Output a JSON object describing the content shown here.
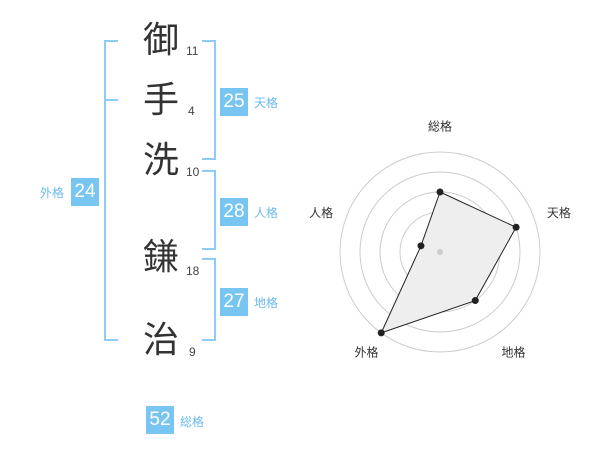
{
  "name": {
    "chars": [
      {
        "char": "御",
        "strokes": "11"
      },
      {
        "char": "手",
        "strokes": "4"
      },
      {
        "char": "洗",
        "strokes": "10"
      },
      {
        "char": "鎌",
        "strokes": "18"
      },
      {
        "char": "治",
        "strokes": "9"
      }
    ]
  },
  "fortunes": {
    "tenkaku": {
      "value": "25",
      "label": "天格"
    },
    "jinkaku": {
      "value": "28",
      "label": "人格"
    },
    "chikaku": {
      "value": "27",
      "label": "地格"
    },
    "gaikaku": {
      "value": "24",
      "label": "外格"
    },
    "soukaku": {
      "value": "52",
      "label": "総格"
    }
  },
  "colors": {
    "badge": "#78c5f2",
    "bracket": "#8dcdf5",
    "label": "#6bbaf0"
  },
  "chart_data": {
    "type": "radar",
    "axes": [
      "総格",
      "天格",
      "地格",
      "外格",
      "人格"
    ],
    "values": [
      3,
      4,
      3,
      5,
      1
    ],
    "range": [
      0,
      5
    ],
    "rings": 5
  }
}
